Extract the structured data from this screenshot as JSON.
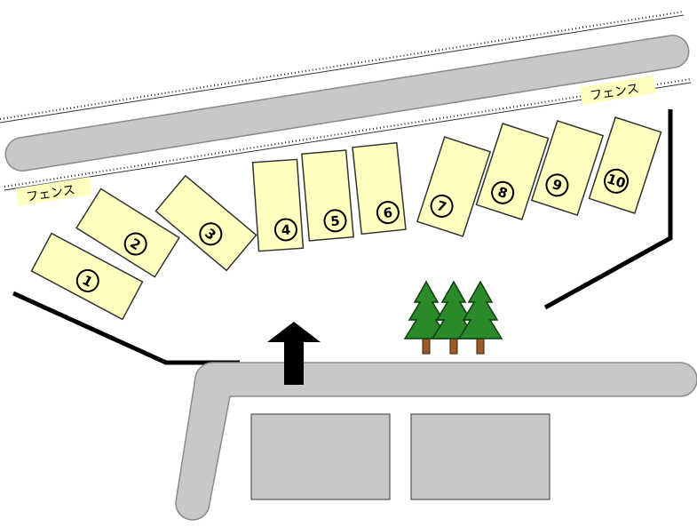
{
  "fence_label_top_right": "フェンス",
  "fence_label_left": "フェンス",
  "spots": [
    "1",
    "2",
    "3",
    "4",
    "5",
    "6",
    "7",
    "8",
    "9",
    "10"
  ],
  "colors": {
    "spot_fill": "#ffffc0",
    "road": "#c8c8c8",
    "tree": "#2a8a2a",
    "arrow": "#000000"
  },
  "icons": {
    "arrow": "up-arrow-icon",
    "trees": "pine-tree-icon"
  }
}
